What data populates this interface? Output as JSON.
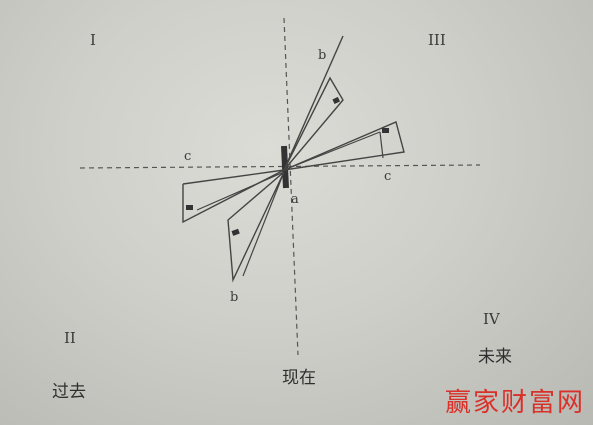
{
  "quadrants": {
    "q1": "I",
    "q2": "II",
    "q3": "III",
    "q4": "IV"
  },
  "labels": {
    "b_upper": "b",
    "b_lower": "b",
    "c_left": "c",
    "c_right": "c",
    "a": "a"
  },
  "captions": {
    "past": "过去",
    "present": "现在",
    "future": "未来"
  },
  "watermark": "赢家财富网"
}
